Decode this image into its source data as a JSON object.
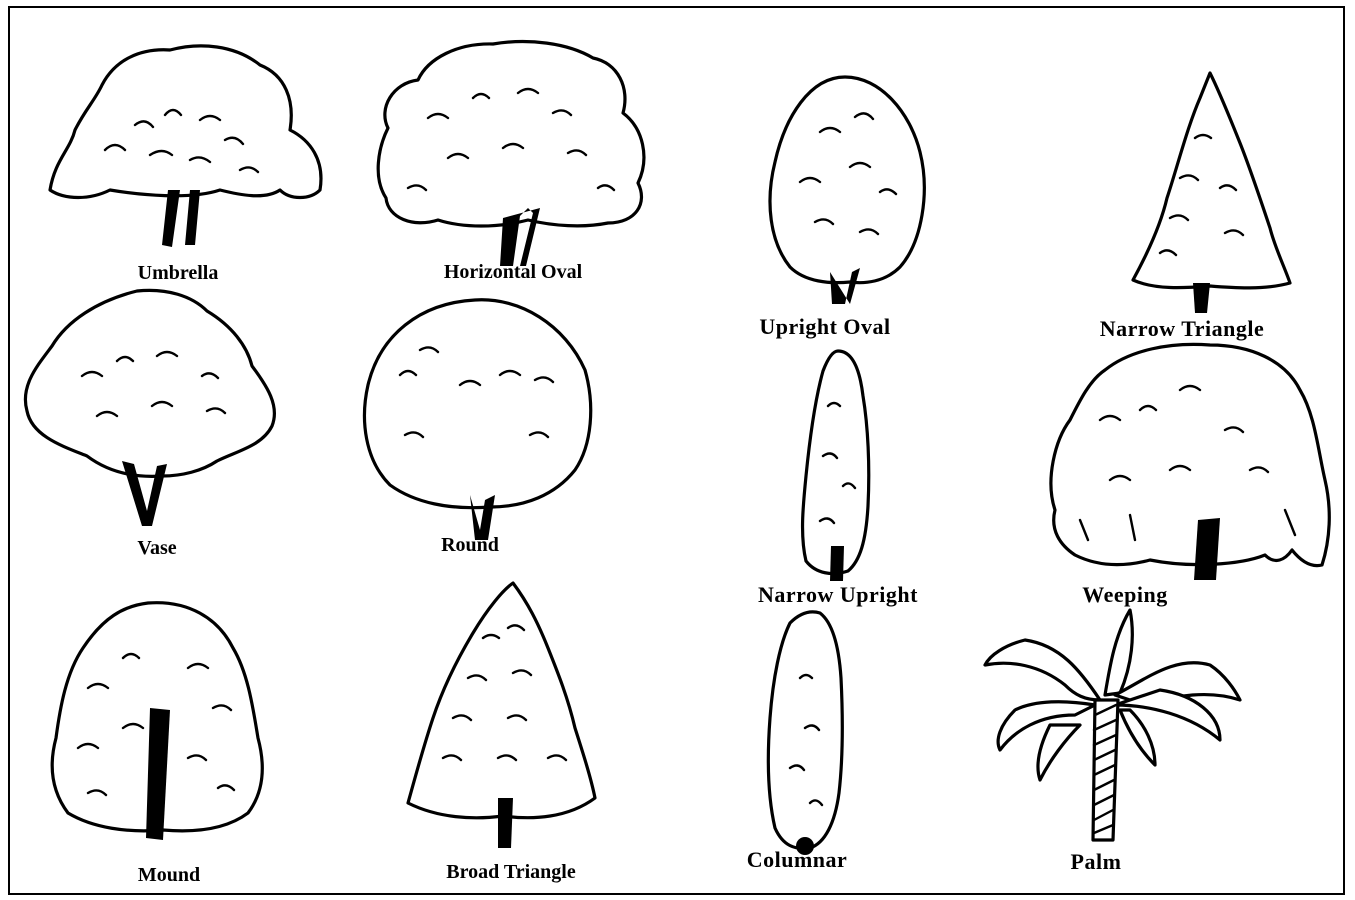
{
  "diagram": {
    "title": "",
    "shapes": [
      {
        "id": "umbrella",
        "label": "Umbrella"
      },
      {
        "id": "horizontal-oval",
        "label": "Horizontal Oval"
      },
      {
        "id": "upright-oval",
        "label": "Upright Oval"
      },
      {
        "id": "narrow-triangle",
        "label": "Narrow Triangle"
      },
      {
        "id": "vase",
        "label": "Vase"
      },
      {
        "id": "round",
        "label": "Round"
      },
      {
        "id": "narrow-upright",
        "label": "Narrow Upright"
      },
      {
        "id": "weeping",
        "label": "Weeping"
      },
      {
        "id": "mound",
        "label": "Mound"
      },
      {
        "id": "broad-triangle",
        "label": "Broad Triangle"
      },
      {
        "id": "columnar",
        "label": "Columnar"
      },
      {
        "id": "palm",
        "label": "Palm"
      }
    ]
  },
  "colors": {
    "ink": "#000000",
    "paper": "#ffffff"
  }
}
